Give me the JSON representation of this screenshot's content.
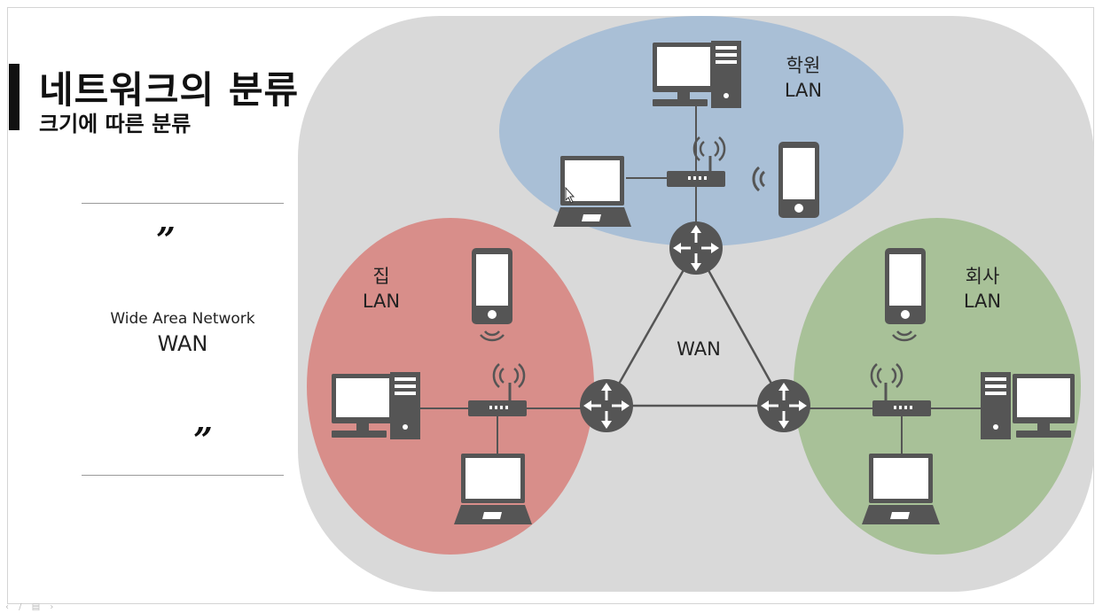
{
  "title": "네트워크의 분류",
  "subtitle": "크기에 따른 분류",
  "definition": {
    "open_quote": "”",
    "close_quote": "”",
    "english": "Wide Area Network",
    "abbreviation": "WAN"
  },
  "diagram": {
    "wan_label": "WAN",
    "lans": [
      {
        "name": "학원",
        "type": "LAN",
        "color": "#a9bfd6"
      },
      {
        "name": "집",
        "type": "LAN",
        "color": "#d88e8a"
      },
      {
        "name": "회사",
        "type": "LAN",
        "color": "#a8c198"
      }
    ],
    "wan_color": "#d9d9d9",
    "device_color": "#555555"
  }
}
